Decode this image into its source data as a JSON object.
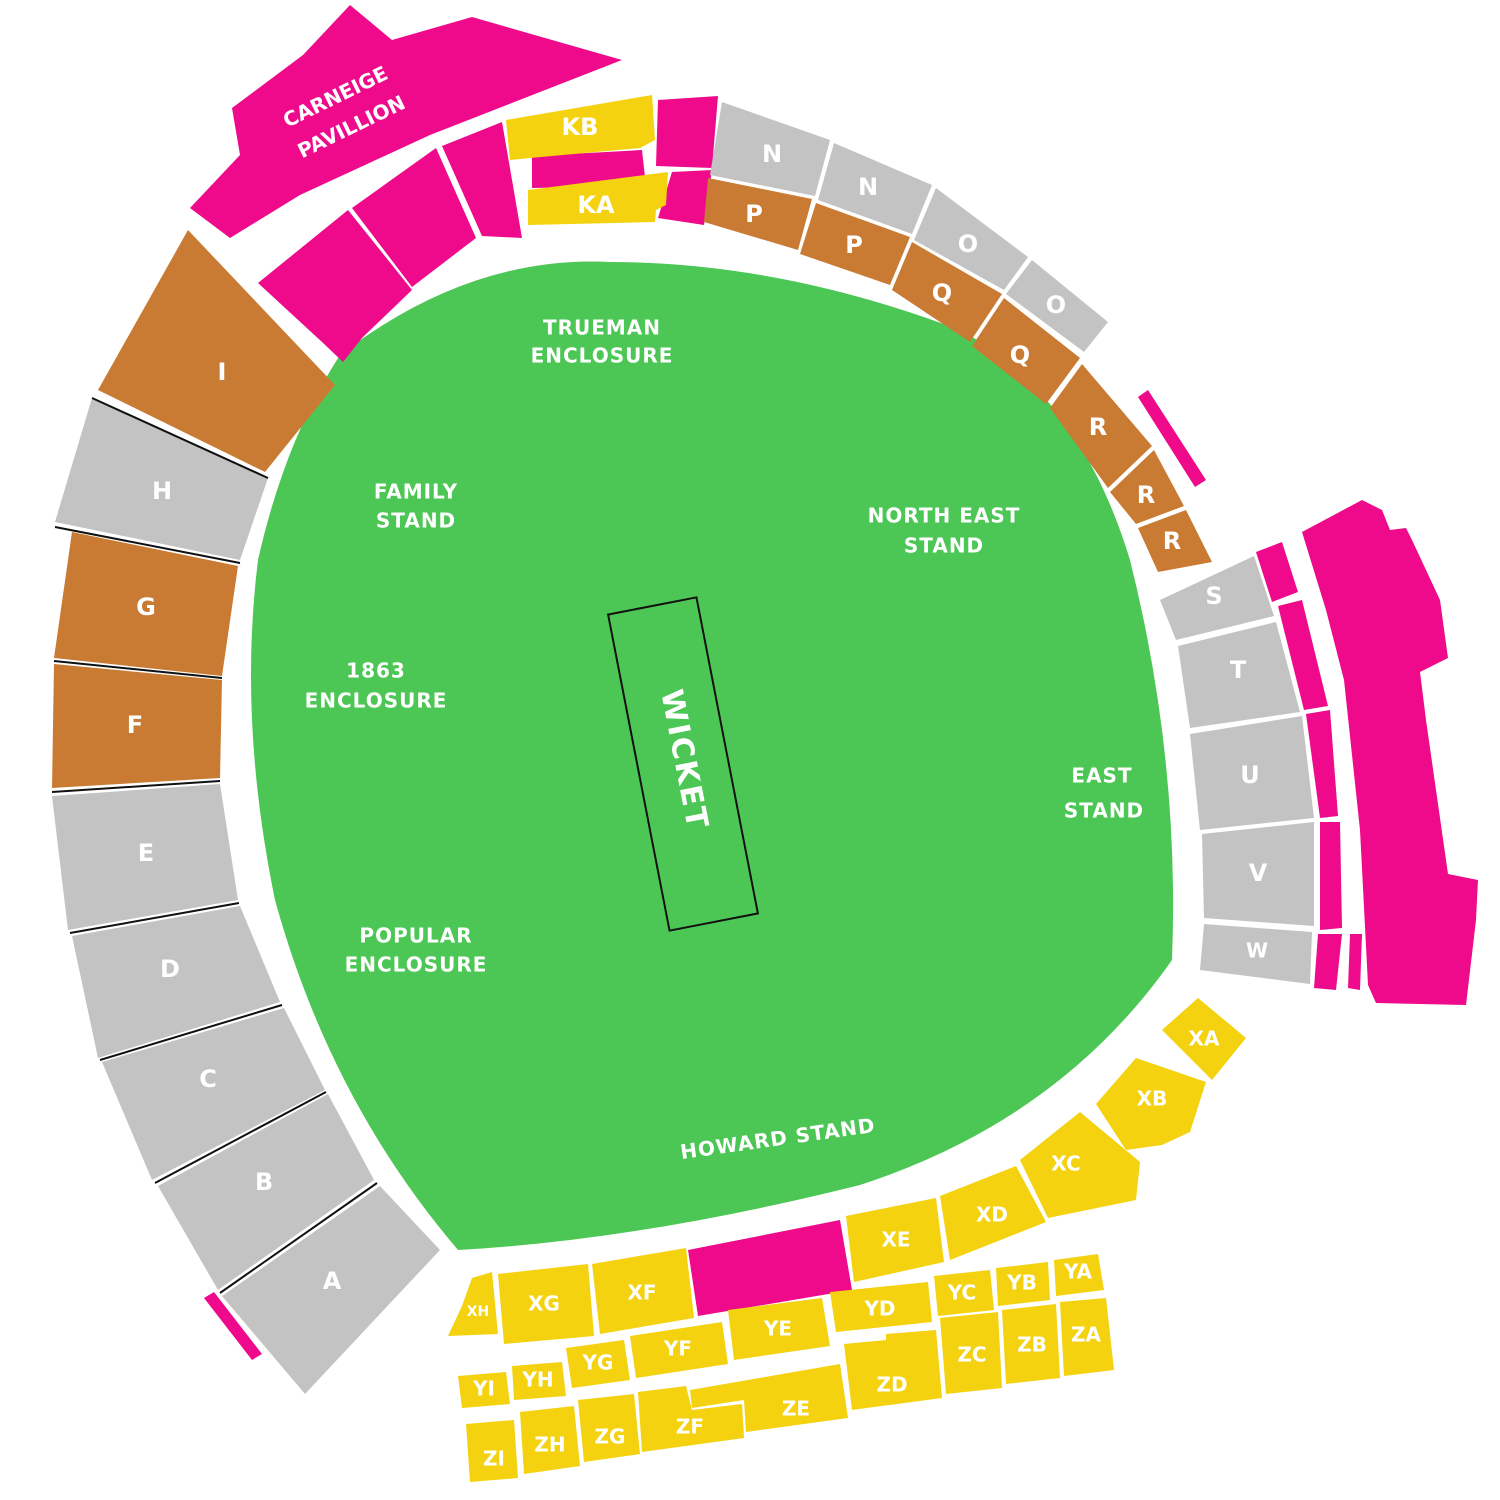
{
  "colors": {
    "field": "#4cc755",
    "grey": "#c3c3c3",
    "brown": "#c97b34",
    "pink": "#ee0a8a",
    "yellow": "#f4d20f",
    "label": "#ffffff",
    "outline": "#111111"
  },
  "field": {
    "wicket": "WICKET",
    "stands": {
      "trueman": [
        "TRUEMAN",
        "ENCLOSURE"
      ],
      "family": [
        "FAMILY",
        "STAND"
      ],
      "enc1863": [
        "1863",
        "ENCLOSURE"
      ],
      "popular": [
        "POPULAR",
        "ENCLOSURE"
      ],
      "northeast": [
        "NORTH EAST",
        "STAND"
      ],
      "east": [
        "EAST",
        "STAND"
      ],
      "howard": "HOWARD STAND"
    }
  },
  "pavilion": [
    "CARNEIGE",
    "PAVILLION"
  ],
  "sections": {
    "west": [
      "I",
      "H",
      "G",
      "F",
      "E",
      "D",
      "C",
      "B",
      "A"
    ],
    "north": [
      "KB",
      "KA",
      "N",
      "N",
      "P",
      "P",
      "O",
      "O",
      "Q",
      "Q",
      "R",
      "R",
      "R"
    ],
    "east": [
      "S",
      "T",
      "U",
      "V",
      "W"
    ],
    "south_x": [
      "XA",
      "XB",
      "XC",
      "XD",
      "XE",
      "XF",
      "XG",
      "XH"
    ],
    "south_y": [
      "YA",
      "YB",
      "YC",
      "YD",
      "YE",
      "YF",
      "YG",
      "YH",
      "YI"
    ],
    "south_z": [
      "ZA",
      "ZB",
      "ZC",
      "ZD",
      "ZE",
      "ZF",
      "ZG",
      "ZH",
      "ZI"
    ]
  }
}
